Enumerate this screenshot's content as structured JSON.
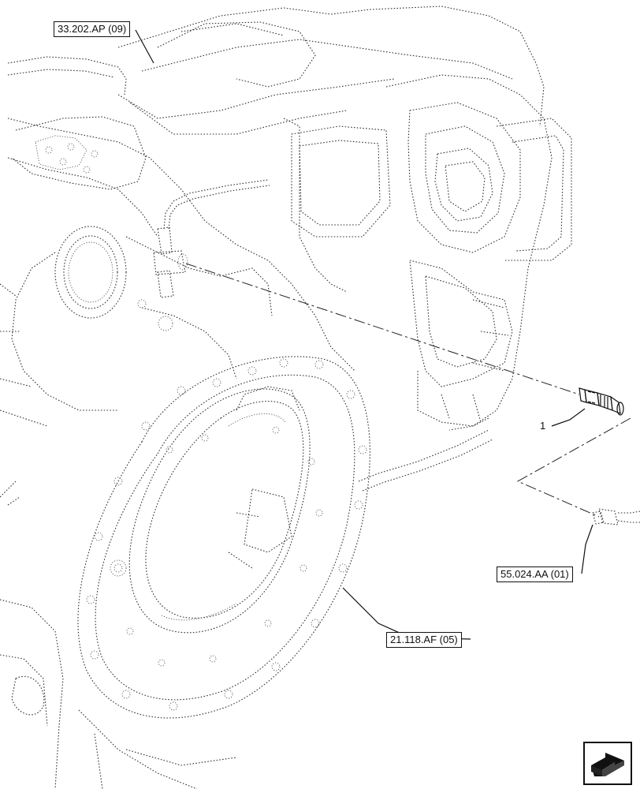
{
  "callouts": {
    "ref_top": "33.202.AP (09)",
    "ref_right": "55.024.AA (01)",
    "ref_bottom": "21.118.AF (05)",
    "item_number": "1"
  },
  "icons": {
    "navigation": "next-page-arrow-icon"
  }
}
